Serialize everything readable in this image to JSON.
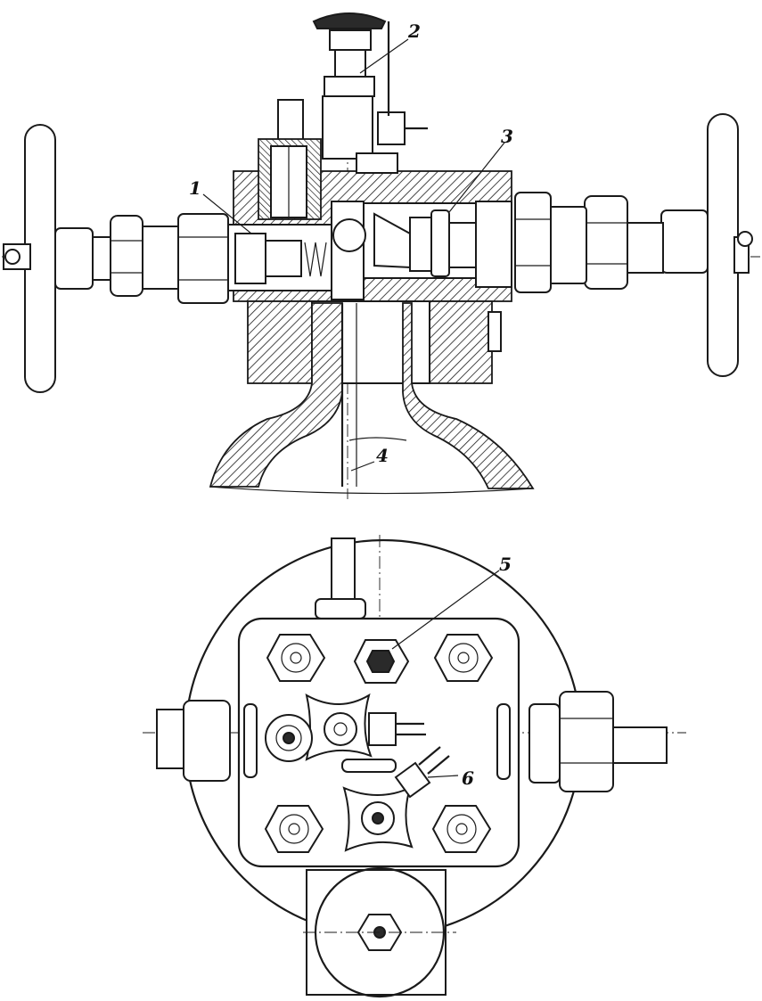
{
  "callouts": [
    {
      "id": "1",
      "label": "1"
    },
    {
      "id": "2",
      "label": "2"
    },
    {
      "id": "3",
      "label": "3"
    },
    {
      "id": "4",
      "label": "4"
    },
    {
      "id": "5",
      "label": "5"
    },
    {
      "id": "6",
      "label": "6"
    }
  ]
}
